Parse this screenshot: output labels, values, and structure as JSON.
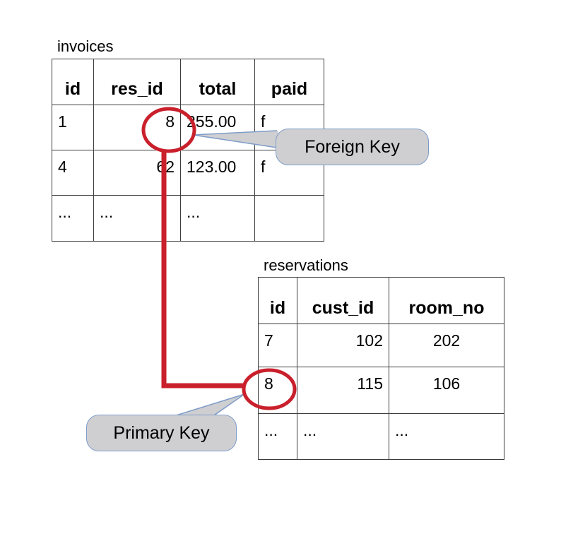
{
  "diagram": {
    "invoices": {
      "title": "invoices",
      "headers": [
        "id",
        "res_id",
        "total",
        "paid"
      ],
      "rows": [
        [
          "1",
          "8",
          "255.00",
          "f"
        ],
        [
          "4",
          "62",
          "123.00",
          "f"
        ],
        [
          "...",
          "...",
          "...",
          ""
        ]
      ]
    },
    "reservations": {
      "title": "reservations",
      "headers": [
        "id",
        "cust_id",
        "room_no"
      ],
      "rows": [
        [
          "7",
          "102",
          "202"
        ],
        [
          "8",
          "115",
          "106"
        ],
        [
          "...",
          "...",
          "..."
        ]
      ]
    },
    "callouts": {
      "foreign_key_label": "Foreign Key",
      "primary_key_label": "Primary Key"
    },
    "colors": {
      "highlight_red": "#c9202c",
      "callout_fill": "#cfcfd2",
      "callout_border": "#7e9cc9",
      "table_border": "#3c3c3c"
    }
  }
}
